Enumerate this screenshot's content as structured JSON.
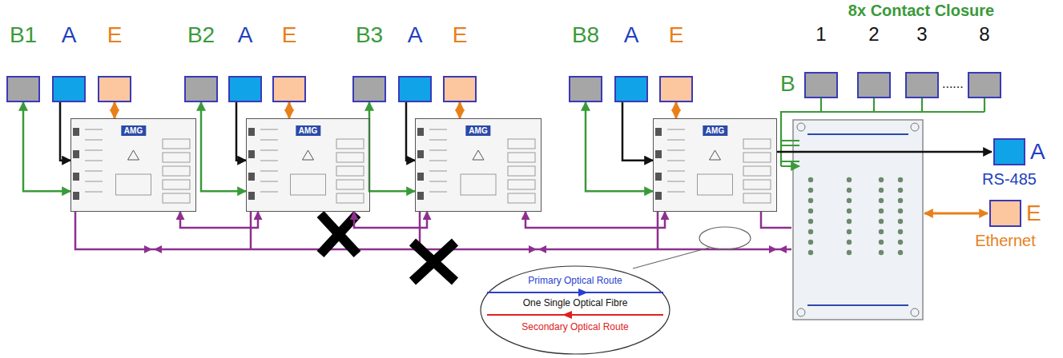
{
  "diagram": {
    "nodes": [
      {
        "text": [
          "B1"
        ]
      },
      {
        "text": [
          "A"
        ]
      },
      {
        "text": [
          "E"
        ]
      },
      {
        "text": [
          "AMG"
        ]
      },
      {
        "text": [
          "B2"
        ]
      },
      {
        "text": [
          "A"
        ]
      },
      {
        "text": [
          "E"
        ]
      },
      {
        "text": [
          "AMG"
        ]
      },
      {
        "text": [
          "B3"
        ]
      },
      {
        "text": [
          "A"
        ]
      },
      {
        "text": [
          "E"
        ]
      },
      {
        "text": [
          "AMG"
        ]
      },
      {
        "text": [
          "B8"
        ]
      },
      {
        "text": [
          "A"
        ]
      },
      {
        "text": [
          "E"
        ]
      },
      {
        "text": [
          "AMG"
        ]
      },
      {
        "text": [
          "1"
        ]
      },
      {
        "text": [
          "2"
        ]
      },
      {
        "text": [
          "3"
        ]
      },
      {
        "text": [
          "8"
        ]
      },
      {
        "text": [
          "A",
          "RS-485"
        ]
      },
      {
        "text": [
          "E",
          "Ethernet"
        ]
      }
    ],
    "edges": [
      {
        "from": 0,
        "to": 3,
        "arrow": "both"
      },
      {
        "from": 1,
        "to": 3,
        "arrow": "to"
      },
      {
        "from": 2,
        "to": 3,
        "arrow": "both"
      },
      {
        "from": 4,
        "to": 7,
        "arrow": "both"
      },
      {
        "from": 5,
        "to": 7,
        "arrow": "to"
      },
      {
        "from": 6,
        "to": 7,
        "arrow": "both"
      },
      {
        "from": 8,
        "to": 11,
        "arrow": "both"
      },
      {
        "from": 9,
        "to": 11,
        "arrow": "to"
      },
      {
        "from": 10,
        "to": 11,
        "arrow": "both"
      },
      {
        "from": 12,
        "to": 15,
        "arrow": "both"
      },
      {
        "from": 13,
        "to": 15,
        "arrow": "to"
      },
      {
        "from": 14,
        "to": 15,
        "arrow": "both"
      },
      {
        "from": 3,
        "to": 7,
        "arrow": "both"
      },
      {
        "from": 7,
        "to": 11,
        "arrow": "both"
      },
      {
        "from": 11,
        "to": 15,
        "arrow": "both"
      }
    ],
    "labels": [
      "8x Contact Closure",
      "B",
      "......",
      "One Single Optical Fibre"
    ],
    "legend": [
      {
        "text": "Primary Optical Route"
      },
      {
        "text": "Secondary Optical Route"
      }
    ]
  }
}
